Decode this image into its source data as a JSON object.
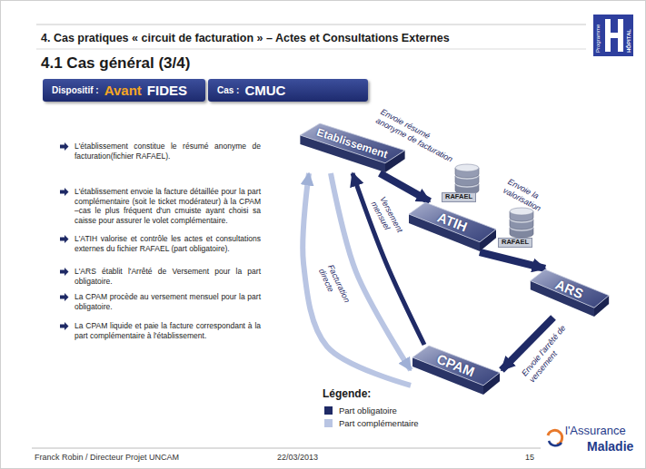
{
  "diagram": {
    "title": "4. Cas pratiques « circuit de facturation » – Actes et Consultations Externes",
    "nodes": [
      {
        "text": [
          "Dispositif :",
          "Avant",
          "FIDES"
        ]
      },
      {
        "text": [
          "Cas :",
          "CMUC"
        ]
      },
      {
        "text": [
          "Etablissement"
        ]
      },
      {
        "text": [
          "ATIH"
        ]
      },
      {
        "text": [
          "ARS"
        ]
      },
      {
        "text": [
          "CPAM"
        ]
      }
    ],
    "edges": [
      {
        "from": 2,
        "to": 3,
        "label": "Envoie résumé anonyme de facturation",
        "arrow": "to"
      },
      {
        "from": 3,
        "to": 4,
        "label": "Envoie la valorisation",
        "arrow": "to"
      },
      {
        "from": 4,
        "to": 5,
        "label": "Envoie l'arrêté de versement",
        "arrow": "to"
      },
      {
        "from": 5,
        "to": 2,
        "arrow": "to"
      },
      {
        "from": 5,
        "to": 2,
        "label": "Versement mensuel",
        "arrow": "to"
      },
      {
        "from": 2,
        "to": 5,
        "label": "Facturation directe",
        "arrow": "to"
      }
    ],
    "labels": [
      "4.1 Cas général (3/4)",
      "L'établissement constitue le résumé anonyme de facturation(fichier RAFAEL).",
      "L'établissement envoie la facture détaillée pour la part complémentaire (soit le ticket modérateur) à la CPAM –cas le plus fréquent d'un cmuiste ayant choisi sa caisse pour assurer le volet complémentaire.",
      "L'ATIH valorise et contrôle les actes et consultations externes du fichier RAFAEL (part obligatoire).",
      "L'ARS établit l'Arrêté de Versement pour la part obligatoire.",
      "La CPAM procède au versement mensuel pour la part obligatoire.",
      "La CPAM liquide et paie la facture correspondant à la part complémentaire à l'établissement.",
      "RAFAEL",
      "RAFAEL",
      "Programme",
      "HÔPITAL",
      "Légende:",
      "Franck Robin / Directeur Projet UNCAM",
      "22/03/2013",
      "15",
      "l'Assurance",
      "Maladie"
    ],
    "legend": [
      {
        "text": "Part obligatoire",
        "color": "#1f2a66"
      },
      {
        "text": "Part complémentaire",
        "color": "#b9c5e3"
      }
    ]
  }
}
